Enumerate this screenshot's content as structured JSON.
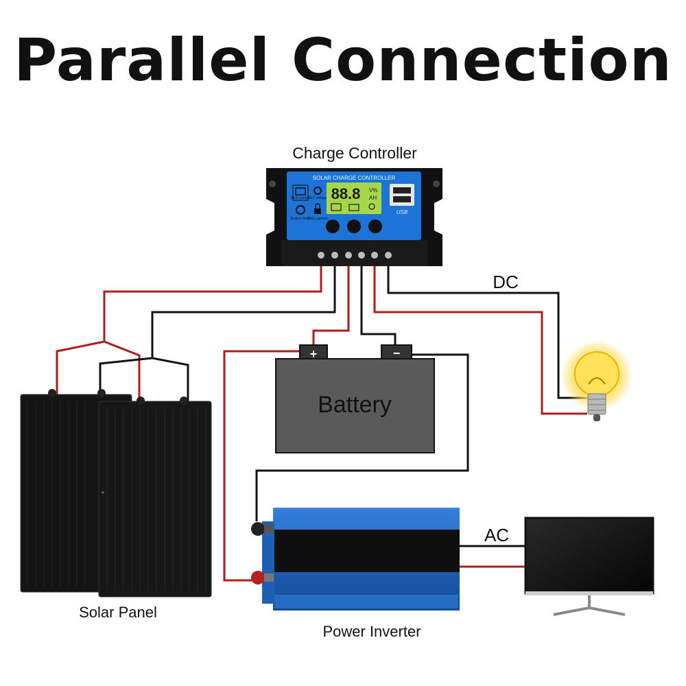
{
  "title": "Parallel Connection",
  "labels": {
    "charge_controller": "Charge Controller",
    "controller_header": "SOLAR CHARGE CONTROLLER",
    "lcd_digits": "88.8",
    "lcd_units_top": "V%",
    "lcd_units_bottom": "AH",
    "usb_mark": "USB",
    "icon_mcu": "MCU control",
    "icon_set": "SET voltage",
    "icon_timer": "Build-in timer",
    "icon_protect": "FULL protect",
    "battery": "Battery",
    "battery_plus": "+",
    "battery_minus": "−",
    "solar_panel": "Solar Panel",
    "power_inverter": "Power Inverter",
    "dc": "DC",
    "ac": "AC"
  },
  "colors": {
    "positive_wire": "#b01b1b",
    "negative_wire": "#111111",
    "controller_body": "#111111",
    "controller_face": "#1e74d6",
    "lcd": "#a7d64a",
    "battery_body": "#555555",
    "inverter_body": "#1f5fb6",
    "panel": "#151515",
    "bulb": "#ffd84a"
  },
  "icons": [
    "bulb-icon",
    "monitor-icon",
    "usb-port-icon",
    "lock-icon",
    "clock-icon",
    "gear-icon",
    "chip-icon"
  ]
}
